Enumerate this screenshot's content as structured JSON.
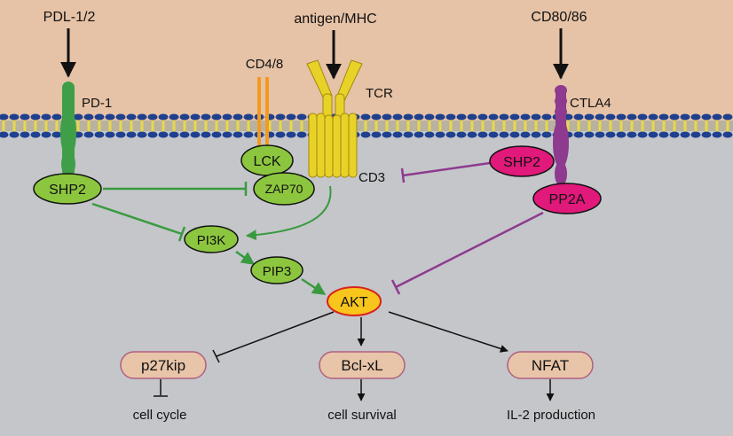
{
  "colors": {
    "extracellular": "#e6c2a6",
    "intracellular": "#c4c6ca",
    "membrane_head": "#1f3f8f",
    "membrane_tail": "#e8d84a",
    "pd1_green": "#3f9e48",
    "green_node": "#8cc63e",
    "green_arrow": "#3a9a3f",
    "cd48_orange": "#f39a1e",
    "tcr_yellow": "#e9d227",
    "ctla4_purple": "#8e3a8e",
    "magenta_node": "#e0197a",
    "akt_yellow": "#f7c51c",
    "akt_border": "#d9231f",
    "pink_node": "#e8c4a8",
    "pink_border": "#b06080"
  },
  "ligands": {
    "pdl": "PDL-1/2",
    "antigen": "antigen/MHC",
    "cd80": "CD80/86"
  },
  "receptors": {
    "pd1": "PD-1",
    "cd48": "CD4/8",
    "tcr": "TCR",
    "cd3": "CD3",
    "ctla4": "CTLA4"
  },
  "nodes": {
    "lck": "LCK",
    "zap70": "ZAP70",
    "shp2_left": "SHP2",
    "shp2_right": "SHP2",
    "pp2a": "PP2A",
    "pi3k": "PI3K",
    "pip3": "PIP3",
    "akt": "AKT",
    "p27kip": "p27kip",
    "bclxl": "Bcl-xL",
    "nfat": "NFAT"
  },
  "outcomes": {
    "cell_cycle": "cell cycle",
    "cell_survival": "cell survival",
    "il2": "IL-2 production"
  }
}
